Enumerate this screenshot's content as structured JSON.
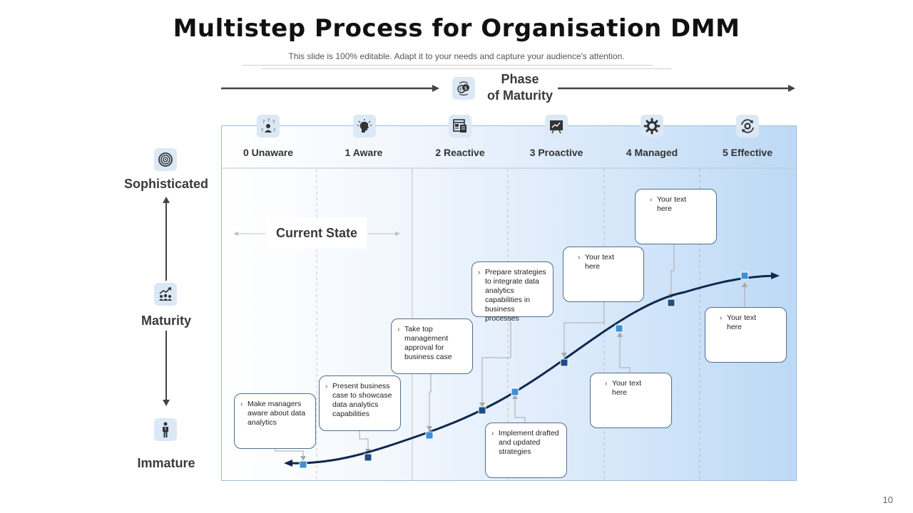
{
  "slide": {
    "title": "Multistep Process for Organisation DMM",
    "subtitle": "This slide is 100% editable. Adapt it to your needs and capture your audience's attention.",
    "page_number": "10"
  },
  "header": {
    "phase_label_line1": "Phase",
    "phase_label_line2": "of Maturity",
    "phase_icon": "money-exchange-icon"
  },
  "phases": [
    {
      "label": "0 Unaware",
      "icon": "confused-person-icon"
    },
    {
      "label": "1 Aware",
      "icon": "head-idea-icon"
    },
    {
      "label": "2 Reactive",
      "icon": "dashboard-document-icon"
    },
    {
      "label": "3 Proactive",
      "icon": "presentation-board-icon"
    },
    {
      "label": "4 Managed",
      "icon": "gear-icon"
    },
    {
      "label": "5 Effective",
      "icon": "gear-cycle-icon"
    }
  ],
  "axis": {
    "top": "Sophisticated",
    "middle": "Maturity",
    "bottom": "Immature",
    "top_icon": "target-icon",
    "middle_icon": "growth-team-icon",
    "bottom_icon": "businessman-icon"
  },
  "current_state": "Current State",
  "callouts": [
    {
      "id": "c1",
      "text": "Make managers aware about data analytics"
    },
    {
      "id": "c2",
      "text": "Present business case to showcase data analytics capabilities"
    },
    {
      "id": "c3",
      "text": "Take top management approval for business case"
    },
    {
      "id": "c4",
      "text": "Implement drafted and updated strategies"
    },
    {
      "id": "c5",
      "text": "Prepare strategies to integrate data analytics capabilities in business processes"
    },
    {
      "id": "c6",
      "text": "Your text here"
    },
    {
      "id": "c7",
      "text": "Your text here"
    },
    {
      "id": "c8",
      "text": "Your text here"
    },
    {
      "id": "c9",
      "text": "Your text here"
    }
  ],
  "colors": {
    "curve": "#10284d",
    "marker_dark": "#1c4f85",
    "marker_light": "#3f8fd6",
    "panel_border": "#9bbfe0",
    "icon_bg": "#dbe8f5"
  }
}
